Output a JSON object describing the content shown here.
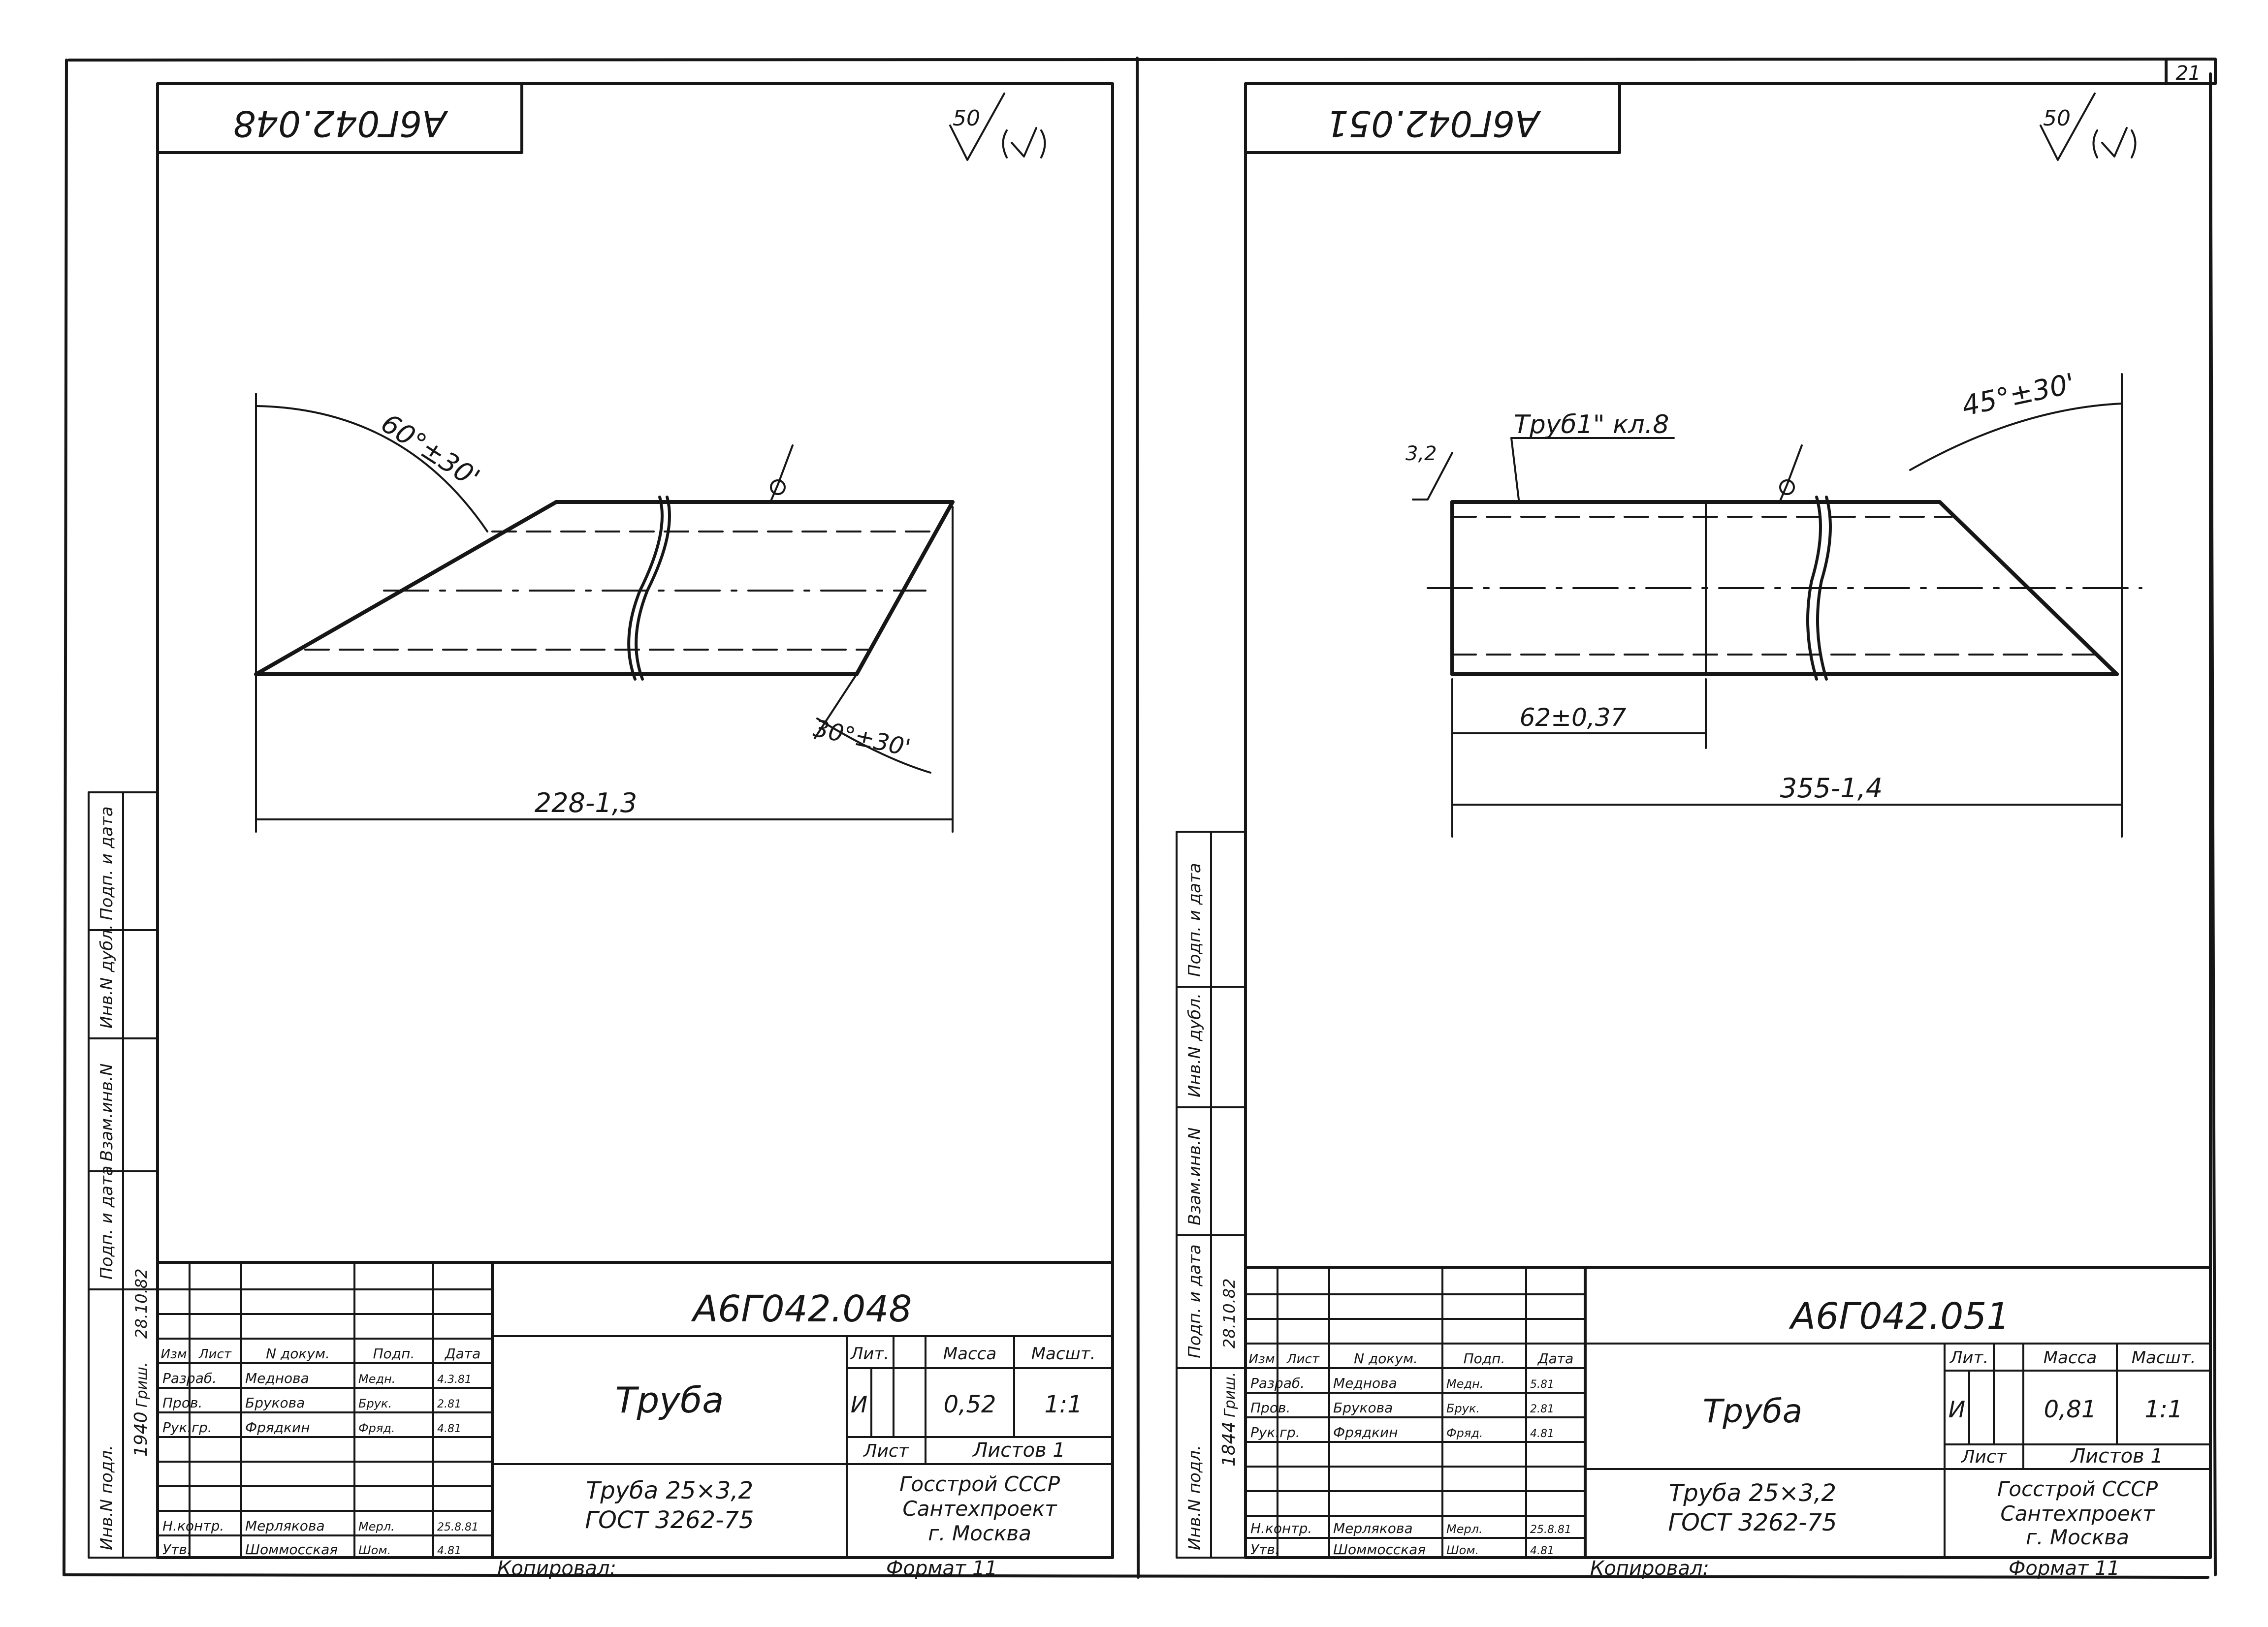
{
  "page_number": "21",
  "sheets": [
    {
      "id": "left",
      "doc_code_mirrored": "А6Г042.048",
      "roughness": "50",
      "dims": {
        "angle_top": "60°±30'",
        "angle_bottom": "30°±30'",
        "length": "228-1,3"
      },
      "side_columns": [
        "Инв.N подл.",
        "Подп. и дата",
        "Взам.инв.N",
        "Инв.N дубл.",
        "Подп. и дата"
      ],
      "side_values": {
        "inv_no": "1940",
        "date": "28.10.82",
        "sign": "Гриш."
      },
      "title_block": {
        "doc_code": "А6Г042.048",
        "headers": [
          "Изм",
          "Лист",
          "N докум.",
          "Подп.",
          "Дата"
        ],
        "rows": [
          {
            "role": "Разраб.",
            "name": "Меднова",
            "sign": "Медн.",
            "date": "4.3.81"
          },
          {
            "role": "Пров.",
            "name": "Брукова",
            "sign": "Брук.",
            "date": "2.81"
          },
          {
            "role": "Рук.гр.",
            "name": "Фрядкин",
            "sign": "Фряд.",
            "date": "4.81"
          },
          {
            "role": "Н.контр.",
            "name": "Мерлякова",
            "sign": "Мерл.",
            "date": "25.8.81"
          },
          {
            "role": "Утв.",
            "name": "Шоммосская",
            "sign": "Шом.",
            "date": "4.81"
          }
        ],
        "part_name": "Труба",
        "material": "Труба 25×3,2",
        "standard": "ГОСТ 3262-75",
        "lit_label": "Лит.",
        "lit_value": "И",
        "mass_label": "Масса",
        "mass_value": "0,52",
        "scale_label": "Масшт.",
        "scale_value": "1:1",
        "sheet_label": "Лист",
        "sheets_label": "Листов 1",
        "org_line1": "Госстрой СССР",
        "org_line2": "Сантехпроект",
        "org_line3": "г. Москва",
        "copied": "Копировал:",
        "format": "Формат 11"
      }
    },
    {
      "id": "right",
      "doc_code_mirrored": "А6Г042.051",
      "roughness": "50",
      "dims": {
        "angle_top": "45°±30'",
        "leader": "Труб1\" кл.8",
        "roughness_small": "3,2",
        "length_short": "62±0,37",
        "length": "355-1,4"
      },
      "side_columns": [
        "Инв.N подл.",
        "Подп. и дата",
        "Взам.инв.N",
        "Инв.N дубл.",
        "Подп. и дата"
      ],
      "side_values": {
        "inv_no": "1844",
        "date": "28.10.82",
        "sign": "Гриш."
      },
      "title_block": {
        "doc_code": "А6Г042.051",
        "headers": [
          "Изм",
          "Лист",
          "N докум.",
          "Подп.",
          "Дата"
        ],
        "rows": [
          {
            "role": "Разраб.",
            "name": "Меднова",
            "sign": "Медн.",
            "date": "5.81"
          },
          {
            "role": "Пров.",
            "name": "Брукова",
            "sign": "Брук.",
            "date": "2.81"
          },
          {
            "role": "Рук.гр.",
            "name": "Фрядкин",
            "sign": "Фряд.",
            "date": "4.81"
          },
          {
            "role": "Н.контр.",
            "name": "Мерлякова",
            "sign": "Мерл.",
            "date": "25.8.81"
          },
          {
            "role": "Утв.",
            "name": "Шоммосская",
            "sign": "Шом.",
            "date": "4.81"
          }
        ],
        "part_name": "Труба",
        "material": "Труба 25×3,2",
        "standard": "ГОСТ 3262-75",
        "lit_label": "Лит.",
        "lit_value": "И",
        "mass_label": "Масса",
        "mass_value": "0,81",
        "scale_label": "Масшт.",
        "scale_value": "1:1",
        "sheet_label": "Лист",
        "sheets_label": "Листов 1",
        "org_line1": "Госстрой СССР",
        "org_line2": "Сантехпроект",
        "org_line3": "г. Москва",
        "copied": "Копировал:",
        "format": "Формат 11"
      }
    }
  ]
}
